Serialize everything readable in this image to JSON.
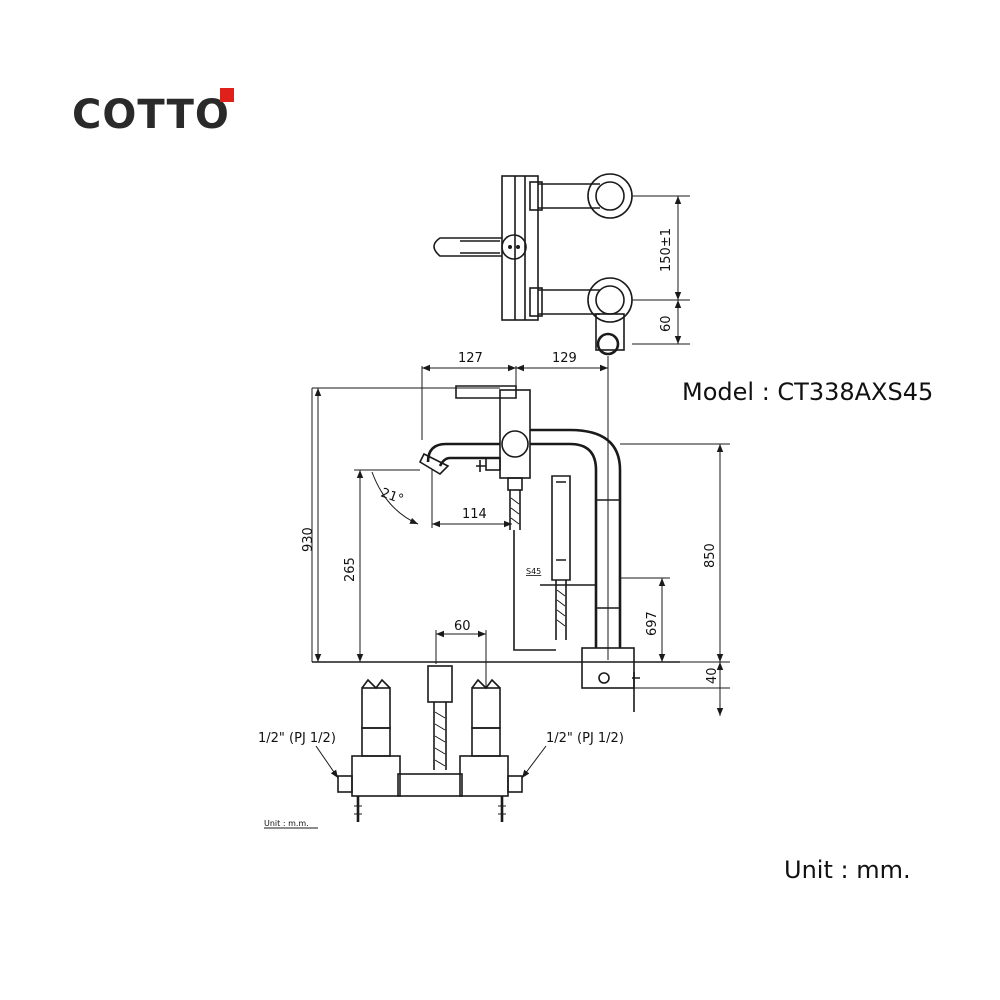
{
  "brand": {
    "name": "COTTO",
    "accent_color": "#e0201b"
  },
  "model_label": "Model : CT338AXS45",
  "unit_label": "Unit : mm.",
  "drawing": {
    "dimensions": {
      "d150": "150±1",
      "d60_top": "60",
      "d127": "127",
      "d129": "129",
      "d930": "930",
      "d265": "265",
      "d114": "114",
      "angle": "21°",
      "d850": "850",
      "d697": "697",
      "d60_mid": "60",
      "d40": "40"
    },
    "hose_label": "S45",
    "fitting_left": "1/2\" (PJ 1/2)",
    "fitting_right": "1/2\" (PJ 1/2)",
    "small_unit_note": "Unit : m.m."
  }
}
